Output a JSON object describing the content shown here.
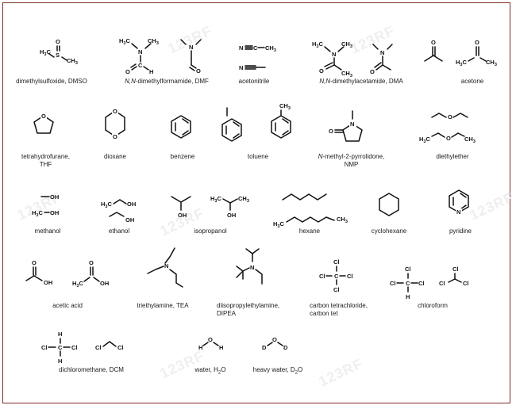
{
  "watermark": "123RF",
  "captions": {
    "dmso": "dimethylsulfoxide, DMSO",
    "dmf_a": "N,N",
    "dmf_b": "-dimethylformamide, DMF",
    "acetonitrile": "acetonitrile",
    "dma_a": "N,N",
    "dma_b": "-dimethylacetamide, DMA",
    "acetone": "acetone",
    "thf_1": "tetrahydrofurane,",
    "thf_2": "THF",
    "dioxane": "dioxane",
    "benzene": "benzene",
    "toluene": "toluene",
    "nmp_a": "N",
    "nmp_b": "-methyl-2-pyrrolidone,",
    "nmp_2": "NMP",
    "diethylether": "diethylether",
    "methanol": "methanol",
    "ethanol": "ethanol",
    "isopropanol": "isopropanol",
    "hexane": "hexane",
    "cyclohexane": "cyclohexane",
    "pyridine": "pyridine",
    "acetic_acid": "acetic acid",
    "tea": "triethylamine, TEA",
    "dipea_1": "diisopropylethylamine,",
    "dipea_2": "DIPEA",
    "ccl4_1": "carbon tetrachloride,",
    "ccl4_2": "carbon tet",
    "chloroform": "chloroform",
    "dcm": "dichloromethane, DCM",
    "water_a": "water, H",
    "water_b": "2",
    "water_c": "O",
    "heavy_a": "heavy water, D",
    "heavy_b": "2",
    "heavy_c": "O"
  },
  "atoms": {
    "O": "O",
    "S": "S",
    "N": "N",
    "H": "H",
    "D": "D",
    "Cl": "Cl",
    "C": "C",
    "OH": "OH",
    "H3C": "H3C",
    "CH3": "CH3"
  }
}
